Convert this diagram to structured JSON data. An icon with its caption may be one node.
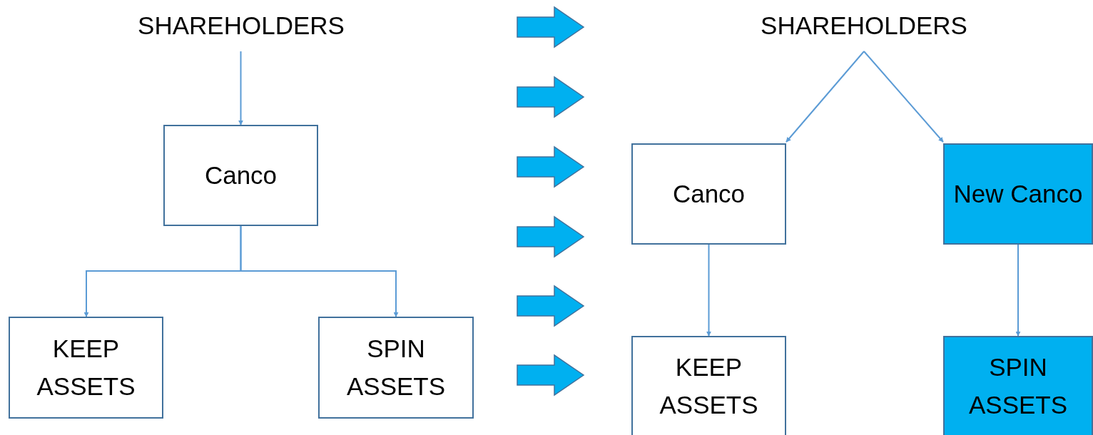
{
  "diagram": {
    "nodes": [
      {
        "text": [
          "SHAREHOLDERS"
        ]
      },
      {
        "text": [
          "Canco"
        ]
      },
      {
        "text": [
          "KEEP ASSETS"
        ]
      },
      {
        "text": [
          "SPIN ASSETS"
        ]
      },
      {
        "text": [
          "SHAREHOLDERS"
        ]
      },
      {
        "text": [
          "Canco"
        ]
      },
      {
        "text": [
          "New Canco"
        ]
      },
      {
        "text": [
          "KEEP ASSETS"
        ]
      },
      {
        "text": [
          "SPIN ASSETS"
        ]
      }
    ],
    "edges": [
      {
        "from": 0,
        "to": 1,
        "arrow": "to"
      },
      {
        "from": 1,
        "to": 2,
        "arrow": "to"
      },
      {
        "from": 1,
        "to": 3,
        "arrow": "to"
      },
      {
        "from": 4,
        "to": 5,
        "arrow": "to"
      },
      {
        "from": 4,
        "to": 6,
        "arrow": "to"
      },
      {
        "from": 5,
        "to": 7,
        "arrow": "to"
      },
      {
        "from": 6,
        "to": 8,
        "arrow": "to"
      }
    ]
  }
}
